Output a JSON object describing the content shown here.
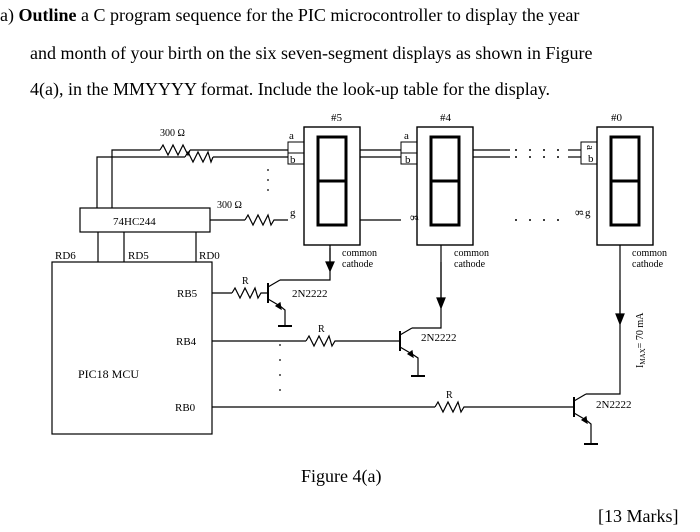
{
  "question": {
    "part_label": "a)",
    "bold_word": "Outline",
    "line1_rest": " a C program sequence for the PIC microcontroller to display the year",
    "line2": "and month of your birth on the six seven-segment displays as shown in Figure",
    "line3": "4(a), in the MMYYYY format. Include the look-up table for the display."
  },
  "diagram": {
    "display_labels": [
      "#5",
      "#4",
      "#0"
    ],
    "resistor_300_a": "300 Ω",
    "resistor_300_g": "300 Ω",
    "segment_a": "a",
    "segment_b": "b",
    "segment_g": "g",
    "buffer_chip": "74HC244",
    "port_rd6": "RD6",
    "port_rd5": "RD5",
    "port_rd0": "RD0",
    "mcu_label": "PIC18 MCU",
    "port_rb5": "RB5",
    "port_rb4": "RB4",
    "port_rb0": "RB0",
    "resistor_r": "R",
    "transistor": "2N2222",
    "common_label": "common",
    "cathode_label": "cathode",
    "imax_label": "I",
    "imax_sub": "MAX",
    "imax_value": "= 70 mA"
  },
  "figure_caption": "Figure 4(a)",
  "marks": "[13 Marks]"
}
